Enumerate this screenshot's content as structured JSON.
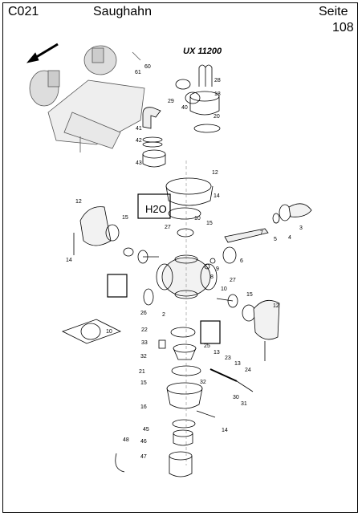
{
  "header": {
    "code": "C021",
    "title": "Saughahn",
    "page_label": "Seite",
    "page_number": "108"
  },
  "drawing": {
    "model": "UX 11200",
    "h2o_symbol": "H2O",
    "callouts": [
      "60",
      "61",
      "28",
      "29",
      "40",
      "18",
      "41",
      "42",
      "43",
      "20",
      "12",
      "14",
      "15",
      "27",
      "10",
      "15",
      "12",
      "14",
      "7",
      "5",
      "4",
      "3",
      "6",
      "9",
      "8",
      "27",
      "10",
      "15",
      "12",
      "26",
      "2",
      "22",
      "33",
      "32",
      "21",
      "25",
      "13",
      "23",
      "13",
      "24",
      "15",
      "32",
      "30",
      "31",
      "14",
      "16",
      "45",
      "48",
      "46",
      "47",
      "10"
    ]
  }
}
